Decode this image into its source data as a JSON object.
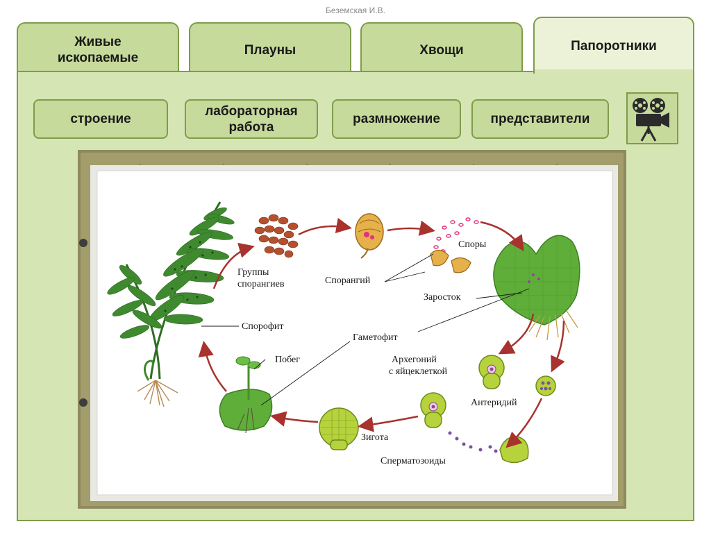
{
  "header": {
    "author": "Беземская И.В."
  },
  "tabs": [
    {
      "label": "Живые\nископаемые"
    },
    {
      "label": "Плауны"
    },
    {
      "label": "Хвощи"
    },
    {
      "label": "Папоротники"
    }
  ],
  "subnav": {
    "structure": "строение",
    "lab": "лабораторная\nработа",
    "reproduction": "размножение",
    "representatives": "представители"
  },
  "diagram": {
    "labels": {
      "sporangia_groups_1": "Группы",
      "sporangia_groups_2": "спорангиев",
      "sporangium": "Спорангий",
      "spores": "Споры",
      "prothallus": "Заросток",
      "sporophyte": "Спорофит",
      "gametophyte": "Гаметофит",
      "shoot": "Побег",
      "archegonium_1": "Архегоний",
      "archegonium_2": "с яйцеклеткой",
      "antheridium": "Антеридий",
      "zygote": "Зигота",
      "spermatozoids": "Сперматозоиды"
    }
  },
  "colors": {
    "tab_fill": "#c6da9b",
    "tab_active_fill": "#ebf2d8",
    "panel_fill": "#d6e5b4",
    "border": "#7f9c4a",
    "arrow": "#a8322d",
    "leaf": "#3f8a2f"
  },
  "icons": {
    "video": "film-camera-icon"
  }
}
